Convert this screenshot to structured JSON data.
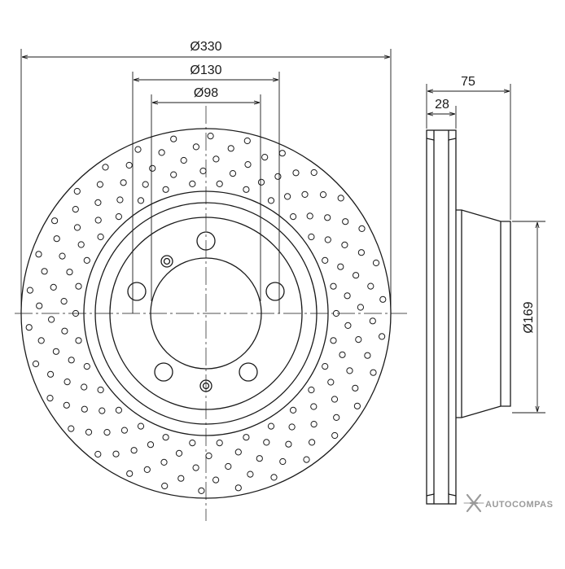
{
  "dimensions": {
    "outer_diameter": "Ø330",
    "hub_diameter": "Ø130",
    "center_bore": "Ø98",
    "total_height": "75",
    "disc_thickness": "28",
    "hat_diameter": "Ø169"
  },
  "logo": {
    "text": "AUTOCOMPAS"
  },
  "colors": {
    "line": "#1a1a1a",
    "logo": "#9a9a9a"
  }
}
